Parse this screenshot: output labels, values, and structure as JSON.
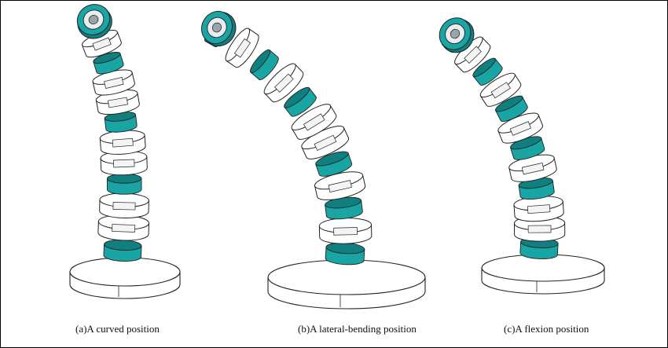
{
  "captions": {
    "a": "(a)A curved position",
    "b": "(b)A lateral-bending position",
    "c": "(c)A flexion position"
  },
  "colors": {
    "outline": "#222222",
    "body": "#ffffff",
    "accent": "#1aa5a5",
    "accent_dark": "#0f7f80",
    "background": "#ffffff"
  },
  "figures": [
    {
      "id": "a",
      "name": "curved-position",
      "segments": [
        {
          "accent": true
        },
        {
          "accent": false
        },
        {
          "accent": false
        },
        {
          "accent": true
        },
        {
          "accent": false
        },
        {
          "accent": false
        },
        {
          "accent": true
        },
        {
          "accent": false
        },
        {
          "accent": false
        },
        {
          "accent": true
        },
        {
          "accent": false
        },
        {
          "accent": true
        }
      ]
    },
    {
      "id": "b",
      "name": "lateral-bending-position",
      "segments": [
        {
          "accent": true
        },
        {
          "accent": false
        },
        {
          "accent": true
        },
        {
          "accent": false
        },
        {
          "accent": true
        },
        {
          "accent": false
        },
        {
          "accent": false
        },
        {
          "accent": true
        },
        {
          "accent": false
        },
        {
          "accent": true
        },
        {
          "accent": false
        },
        {
          "accent": true
        }
      ]
    },
    {
      "id": "c",
      "name": "flexion-position",
      "segments": [
        {
          "accent": true
        },
        {
          "accent": false
        },
        {
          "accent": false
        },
        {
          "accent": true
        },
        {
          "accent": false
        },
        {
          "accent": true
        },
        {
          "accent": false
        },
        {
          "accent": true
        },
        {
          "accent": false
        },
        {
          "accent": true
        },
        {
          "accent": false
        },
        {
          "accent": true
        }
      ]
    }
  ]
}
